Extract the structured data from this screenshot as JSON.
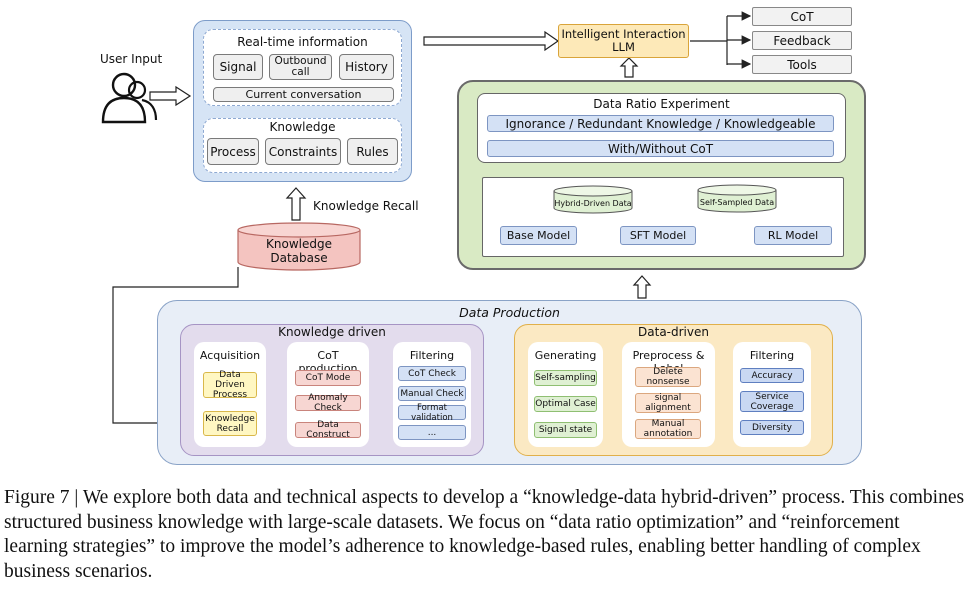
{
  "user_input": {
    "label": "User Input"
  },
  "realtime_panel": {
    "title": "Real-time information",
    "chips": [
      "Signal",
      "Outbound call",
      "History"
    ],
    "current_conversation": "Current conversation",
    "knowledge_title": "Knowledge",
    "knowledge_chips": [
      "Process",
      "Constraints",
      "Rules"
    ]
  },
  "knowledge_recall_label": "Knowledge Recall",
  "knowledge_database_label": "Knowledge Database",
  "llm": {
    "line1": "Intelligent Interaction",
    "line2": "LLM"
  },
  "outputs": [
    "CoT",
    "Feedback",
    "Tools"
  ],
  "data_ratio": {
    "title": "Data Ratio Experiment",
    "row1": "Ignorance / Redundant Knowledge / Knowledgeable",
    "row2": "With/Without CoT"
  },
  "training": {
    "hybrid_data": "Hybrid-Driven Data",
    "self_sampled_data": "Self-Sampled Data",
    "base_model": "Base Model",
    "sft_model": "SFT Model",
    "rl_model": "RL Model"
  },
  "data_production": {
    "title": "Data Production",
    "knowledge_driven": {
      "title": "Knowledge driven",
      "acquisition": {
        "title": "Acquisition",
        "items": [
          "Data Driven Process",
          "Knowledge Recall"
        ]
      },
      "cot_production": {
        "title": "CoT production",
        "items": [
          "CoT Mode",
          "Anomaly Check",
          "Data Construct"
        ]
      },
      "filtering": {
        "title": "Filtering",
        "items": [
          "CoT Check",
          "Manual Check",
          "Format validation",
          "..."
        ]
      }
    },
    "data_driven": {
      "title": "Data-driven",
      "generating": {
        "title": "Generating",
        "items": [
          "Self-sampling",
          "Optimal Case",
          "Signal state"
        ]
      },
      "preprocess": {
        "title": "Preprocess & Label",
        "items": [
          "Delete nonsense",
          "signal alignment",
          "Manual annotation"
        ]
      },
      "filtering": {
        "title": "Filtering",
        "items": [
          "Accuracy",
          "Service Coverage",
          "Diversity"
        ]
      }
    }
  },
  "caption": "Figure 7 | We explore both data and technical aspects to develop a “knowledge-data hybrid-driven” process. This combines structured business knowledge with large-scale datasets. We focus on “data ratio optimization” and “reinforcement learning strategies” to improve the model’s adherence to knowledge-based rules, enabling better handling of complex business scenarios."
}
